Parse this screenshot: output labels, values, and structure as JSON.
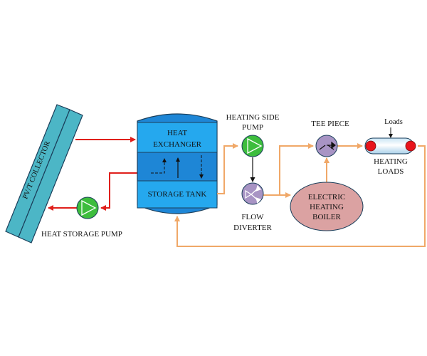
{
  "labels": {
    "collector": "PV/T COLLECTOR",
    "heat_exchanger_line1": "HEAT",
    "heat_exchanger_line2": "EXCHANGER",
    "storage_tank": "STORAGE TANK",
    "heat_storage_pump": "HEAT STORAGE PUMP",
    "heating_side_pump_line1": "HEATING SIDE",
    "heating_side_pump_line2": "PUMP",
    "flow_diverter_line1": "FLOW",
    "flow_diverter_line2": "DIVERTER",
    "tee_piece": "TEE PIECE",
    "boiler_line1": "ELECTRIC",
    "boiler_line2": "HEATING",
    "boiler_line3": "BOILER",
    "loads": "Loads",
    "heating_loads_line1": "HEATING",
    "heating_loads_line2": "LOADS"
  },
  "colors": {
    "collector_loop": "#e0201c",
    "heating_loop": "#f0a868",
    "tank_body": "#1e86d6",
    "tank_panel": "#25a8ee",
    "collector_fill": "#4cb6c6",
    "pump_fill": "#3dbd3d",
    "valve_fill": "#a894c4",
    "boiler_fill": "#dba2a2",
    "load_end": "#e8141c"
  }
}
